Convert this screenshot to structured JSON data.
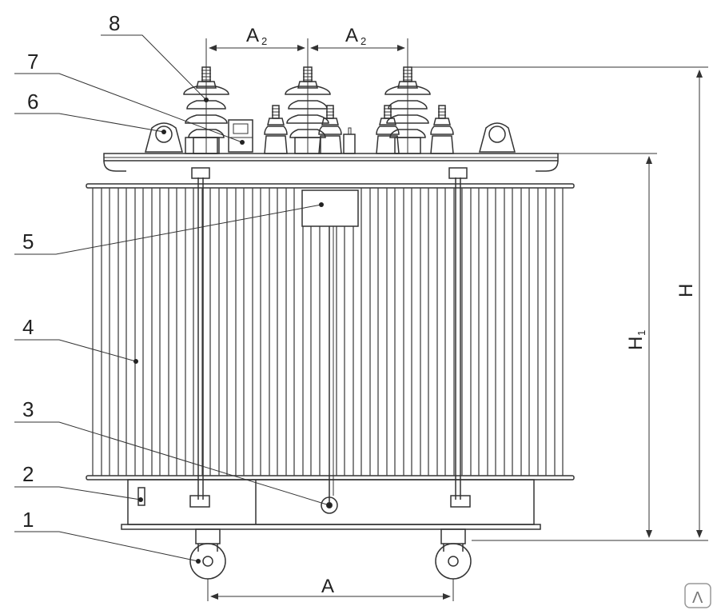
{
  "callouts": [
    {
      "id": "1",
      "text": "1"
    },
    {
      "id": "2",
      "text": "2"
    },
    {
      "id": "3",
      "text": "3"
    },
    {
      "id": "4",
      "text": "4"
    },
    {
      "id": "5",
      "text": "5"
    },
    {
      "id": "6",
      "text": "6"
    },
    {
      "id": "7",
      "text": "7"
    },
    {
      "id": "8",
      "text": "8"
    }
  ],
  "dimensions": {
    "a2_main": "A",
    "a2_sub": "2",
    "a": "A",
    "h": "H",
    "h1_main": "H",
    "h1_sub": "1"
  },
  "logo": {
    "text": "Λ"
  },
  "colors": {
    "line": "#333333",
    "background": "#ffffff"
  }
}
